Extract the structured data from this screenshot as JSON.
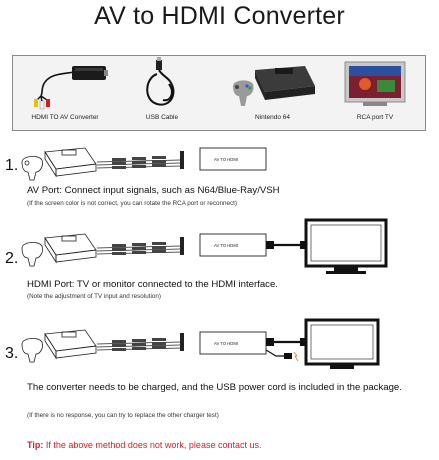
{
  "title": "AV to HDMI Converter",
  "products": [
    {
      "label": "HDMI TO AV Converter",
      "icon": "converter-with-rca-cable-icon"
    },
    {
      "label": "USB Cable",
      "icon": "usb-cable-icon"
    },
    {
      "label": "Nintendo 64",
      "icon": "game-console-icon"
    },
    {
      "label": "RCA port TV",
      "icon": "tv-icon"
    }
  ],
  "steps": [
    {
      "number": "1.",
      "converter_label": "AV TO HDMI",
      "description": "AV Port: Connect input signals, such as N64/Blue-Ray/VSH",
      "note": "(If the screen color is not correct, you can rotate the RCA port or reconnect)"
    },
    {
      "number": "2.",
      "converter_label": "AV TO HDMI",
      "description": "HDMI Port: TV or monitor connected to the HDMI interface.",
      "note": "(Note the adjustment of TV input and resolution)"
    },
    {
      "number": "3.",
      "converter_label": "AV TO HDMI",
      "description": "The converter needs to be charged, and the USB power cord is included in the package.",
      "note": "(If there is no response, you can try to replace the other charger test)"
    }
  ],
  "tip": {
    "prefix": "Tip:",
    "text": " If the above method does not work, please contact us."
  },
  "colors": {
    "tip": "#d42020",
    "box_background": "#f3f3f3"
  }
}
